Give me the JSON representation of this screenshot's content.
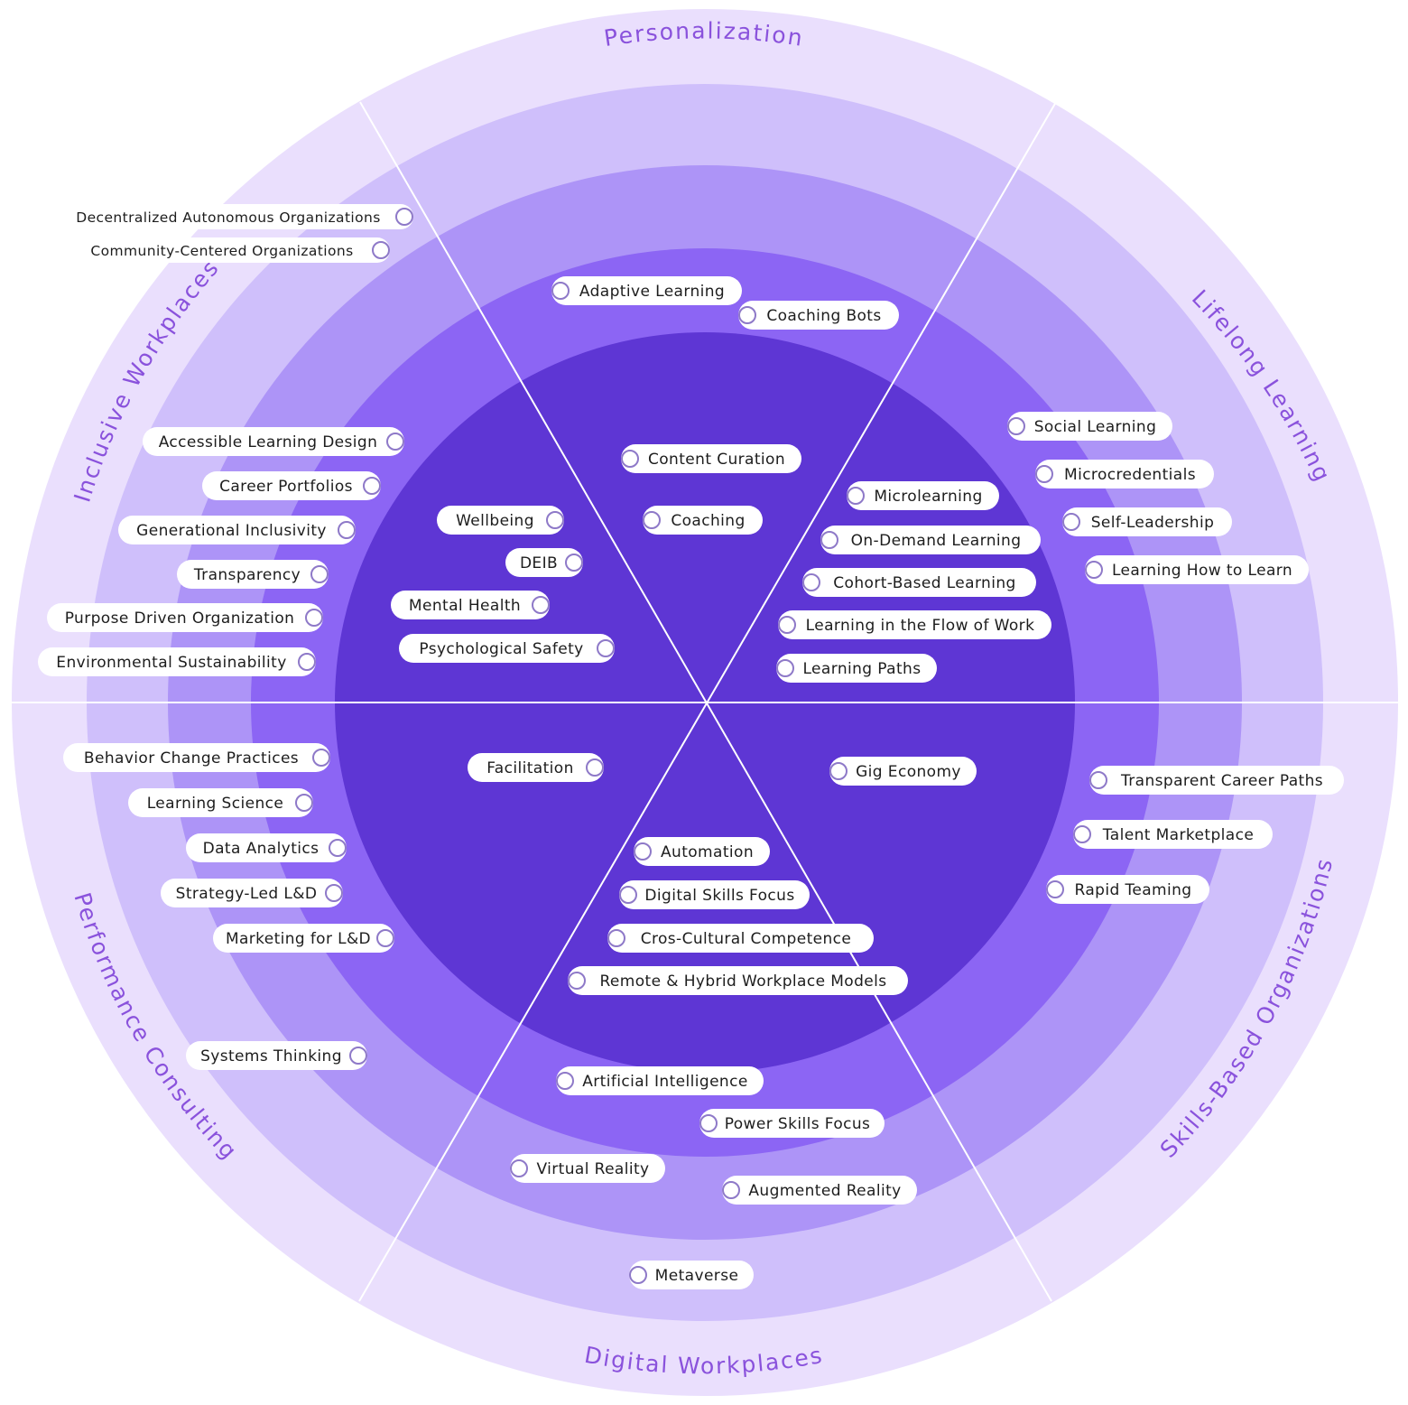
{
  "colors": {
    "ring1": "#eadffd",
    "ring2": "#cfbffb",
    "ring3": "#ad94f7",
    "ring4": "#8c65f4",
    "ring5": "#5e36d4",
    "divider": "#ffffff",
    "label": "#8a52dc"
  },
  "sectors": [
    {
      "id": "personalization",
      "label": "Personalization"
    },
    {
      "id": "lifelong",
      "label": "Lifelong Learning"
    },
    {
      "id": "skills",
      "label": "Skills-Based Organizations"
    },
    {
      "id": "digital",
      "label": "Digital Workplaces"
    },
    {
      "id": "performance",
      "label": "Performance Consulting"
    },
    {
      "id": "inclusive",
      "label": "Inclusive Workplaces"
    }
  ],
  "items": [
    {
      "label": "Decentralized Autonomous Organizations",
      "sector": "inclusive"
    },
    {
      "label": "Community-Centered Organizations",
      "sector": "inclusive"
    },
    {
      "label": "Accessible Learning Design",
      "sector": "inclusive"
    },
    {
      "label": "Career Portfolios",
      "sector": "inclusive"
    },
    {
      "label": "Generational Inclusivity",
      "sector": "inclusive"
    },
    {
      "label": "Transparency",
      "sector": "inclusive"
    },
    {
      "label": "Purpose Driven Organization",
      "sector": "inclusive"
    },
    {
      "label": "Environmental Sustainability",
      "sector": "inclusive"
    },
    {
      "label": "Wellbeing",
      "sector": "inclusive"
    },
    {
      "label": "DEIB",
      "sector": "inclusive"
    },
    {
      "label": "Mental Health",
      "sector": "inclusive"
    },
    {
      "label": "Psychological Safety",
      "sector": "inclusive"
    },
    {
      "label": "Adaptive Learning",
      "sector": "personalization"
    },
    {
      "label": "Coaching Bots",
      "sector": "personalization"
    },
    {
      "label": "Content Curation",
      "sector": "personalization"
    },
    {
      "label": "Coaching",
      "sector": "personalization"
    },
    {
      "label": "Social Learning",
      "sector": "lifelong"
    },
    {
      "label": "Microcredentials",
      "sector": "lifelong"
    },
    {
      "label": "Self-Leadership",
      "sector": "lifelong"
    },
    {
      "label": "Learning How to Learn",
      "sector": "lifelong"
    },
    {
      "label": "Microlearning",
      "sector": "lifelong"
    },
    {
      "label": "On-Demand Learning",
      "sector": "lifelong"
    },
    {
      "label": "Cohort-Based Learning",
      "sector": "lifelong"
    },
    {
      "label": "Learning in the Flow of Work",
      "sector": "lifelong"
    },
    {
      "label": "Learning Paths",
      "sector": "lifelong"
    },
    {
      "label": "Behavior Change Practices",
      "sector": "performance"
    },
    {
      "label": "Learning Science",
      "sector": "performance"
    },
    {
      "label": "Data Analytics",
      "sector": "performance"
    },
    {
      "label": "Strategy-Led L&D",
      "sector": "performance"
    },
    {
      "label": "Marketing for L&D",
      "sector": "performance"
    },
    {
      "label": "Systems Thinking",
      "sector": "performance"
    },
    {
      "label": "Facilitation",
      "sector": "performance"
    },
    {
      "label": "Gig Economy",
      "sector": "skills"
    },
    {
      "label": "Transparent Career Paths",
      "sector": "skills"
    },
    {
      "label": "Talent Marketplace",
      "sector": "skills"
    },
    {
      "label": "Rapid Teaming",
      "sector": "skills"
    },
    {
      "label": "Automation",
      "sector": "digital"
    },
    {
      "label": "Digital Skills Focus",
      "sector": "digital"
    },
    {
      "label": "Cros-Cultural Competence",
      "sector": "digital"
    },
    {
      "label": "Remote & Hybrid Workplace Models",
      "sector": "digital"
    },
    {
      "label": "Artificial Intelligence",
      "sector": "digital"
    },
    {
      "label": "Power Skills Focus",
      "sector": "digital"
    },
    {
      "label": "Virtual Reality",
      "sector": "digital"
    },
    {
      "label": "Augmented Reality",
      "sector": "digital"
    },
    {
      "label": "Metaverse",
      "sector": "digital"
    }
  ]
}
